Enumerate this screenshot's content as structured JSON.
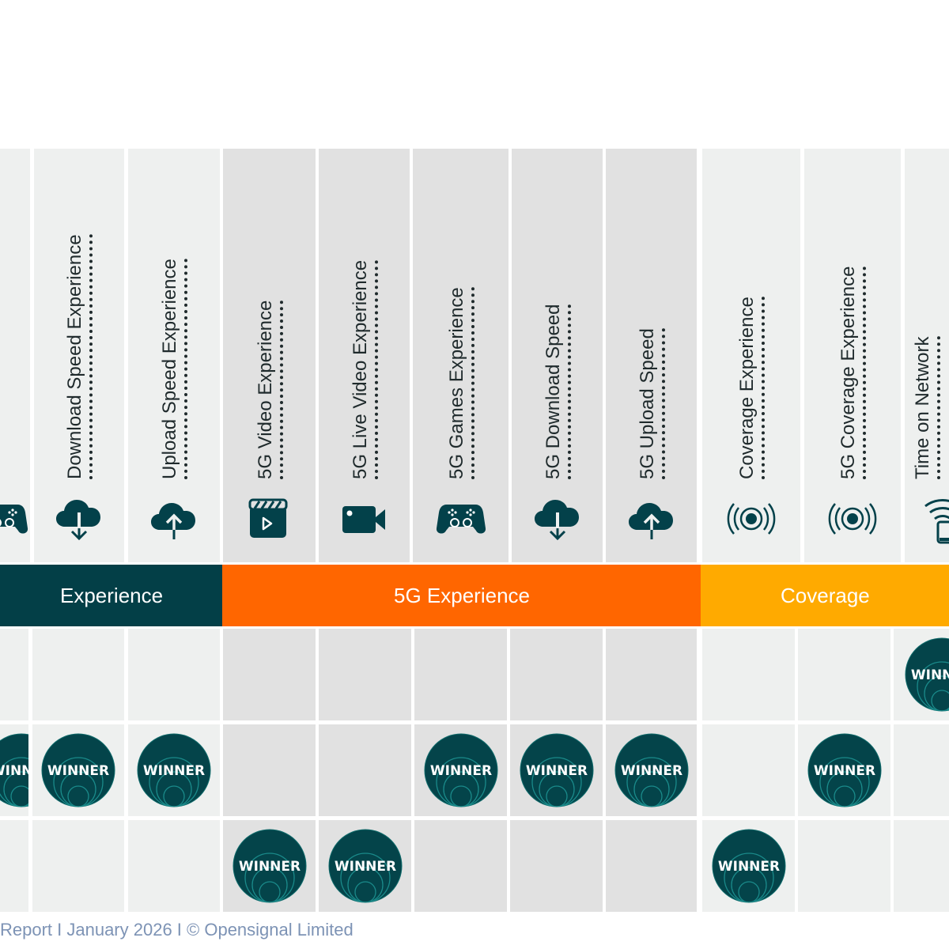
{
  "columns": [
    {
      "id": "c0",
      "label": "",
      "icon": "gamepad-icon",
      "section": "experience",
      "shade": "light"
    },
    {
      "id": "c1",
      "label": "Download Speed Experience",
      "icon": "cloud-download-icon",
      "section": "experience",
      "shade": "light"
    },
    {
      "id": "c2",
      "label": "Upload Speed Experience",
      "icon": "cloud-upload-icon",
      "section": "experience",
      "shade": "light"
    },
    {
      "id": "c3",
      "label": "5G Video Experience",
      "icon": "video-clapper-icon",
      "section": "5g",
      "shade": "dark"
    },
    {
      "id": "c4",
      "label": "5G Live Video Experience",
      "icon": "video-camera-icon",
      "section": "5g",
      "shade": "dark"
    },
    {
      "id": "c5",
      "label": "5G Games Experience",
      "icon": "gamepad-icon",
      "section": "5g",
      "shade": "dark"
    },
    {
      "id": "c6",
      "label": "5G Download Speed",
      "icon": "cloud-download-icon",
      "section": "5g",
      "shade": "dark"
    },
    {
      "id": "c7",
      "label": "5G Upload Speed",
      "icon": "cloud-upload-icon",
      "section": "5g",
      "shade": "dark"
    },
    {
      "id": "c8",
      "label": "Coverage Experience",
      "icon": "signal-broadcast-icon",
      "section": "coverage",
      "shade": "light"
    },
    {
      "id": "c9",
      "label": "5G Coverage Experience",
      "icon": "signal-broadcast-icon",
      "section": "coverage",
      "shade": "light"
    },
    {
      "id": "c10",
      "label": "Time on Network",
      "icon": "phone-wifi-icon",
      "section": "coverage",
      "shade": "light"
    }
  ],
  "categories": [
    {
      "id": "experience",
      "label": "Experience",
      "color": "#033f47"
    },
    {
      "id": "5g",
      "label": "5G Experience",
      "color": "#ff6600"
    },
    {
      "id": "coverage",
      "label": "Coverage",
      "color": "#ffaa00"
    }
  ],
  "rows": [
    {
      "winners": [
        false,
        false,
        false,
        false,
        false,
        false,
        false,
        false,
        false,
        false,
        true
      ]
    },
    {
      "winners": [
        true,
        true,
        true,
        false,
        false,
        true,
        true,
        true,
        false,
        true,
        false
      ]
    },
    {
      "winners": [
        false,
        false,
        false,
        true,
        true,
        false,
        false,
        false,
        true,
        false,
        false
      ]
    }
  ],
  "badge": {
    "label": "WINNER",
    "color": "#04444a",
    "ring_color": "#1a8a8a"
  },
  "footer": {
    "text": "Report I January 2026 I © Opensignal Limited"
  }
}
